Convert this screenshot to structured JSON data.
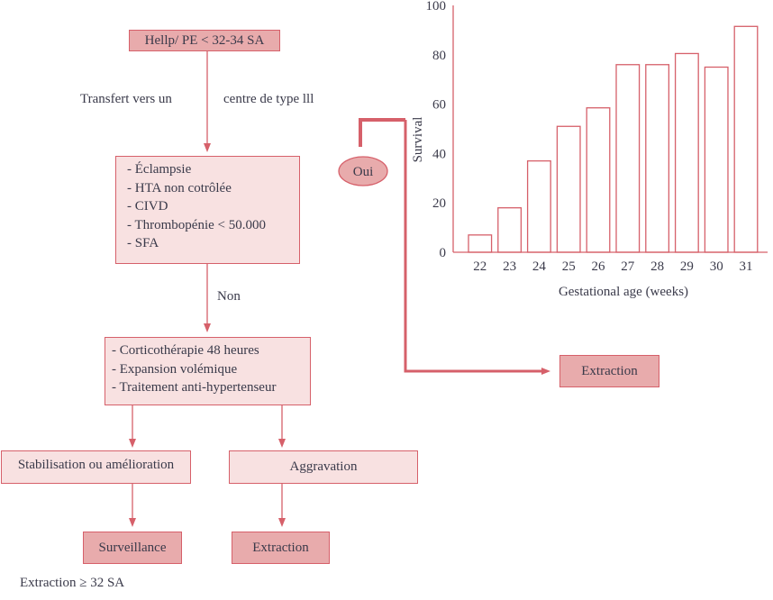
{
  "flow": {
    "start": "Hellp/ PE < 32-34 SA",
    "transfer_left": "Transfert vers un",
    "transfer_right": "centre de type lll",
    "criteria": [
      "- Éclampsie",
      "- HTA non cotrôlée",
      "- CIVD",
      "- Thrombopénie < 50.000",
      "- SFA"
    ],
    "yes_label": "Oui",
    "no_label": "Non",
    "treatment": [
      "- Corticothérapie 48 heures",
      "- Expansion volémique",
      "- Traitement anti-hypertenseur"
    ],
    "stabilisation": "Stabilisation ou amélioration",
    "aggravation": "Aggravation",
    "surveillance": "Surveillance",
    "extraction_aggr": "Extraction",
    "extraction_yes": "Extraction",
    "footnote": "Extraction ≥ 32 SA"
  },
  "colors": {
    "line": "#d6606a",
    "dark_fill": "#e8abac",
    "light_fill": "#f8e1e1"
  },
  "chart_data": {
    "type": "bar",
    "categories": [
      "22",
      "23",
      "24",
      "25",
      "26",
      "27",
      "28",
      "29",
      "30",
      "31"
    ],
    "values": [
      7,
      18,
      37,
      51,
      58.5,
      76,
      76,
      80.5,
      75,
      91.5
    ],
    "xlabel": "Gestational age (weeks)",
    "ylabel": "Survival",
    "ylim": [
      0,
      100
    ],
    "yticks": [
      "0",
      "20",
      "40",
      "60",
      "80",
      "100"
    ],
    "grid": false
  }
}
